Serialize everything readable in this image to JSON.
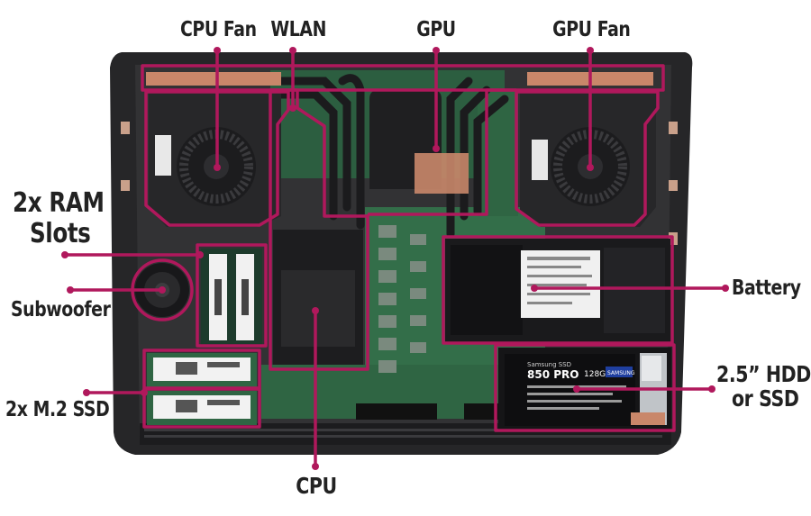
{
  "labels": {
    "cpu_fan": "CPU Fan",
    "wlan": "WLAN",
    "gpu": "GPU",
    "gpu_fan": "GPU Fan",
    "ram_slots_line1": "2x RAM",
    "ram_slots_line2": "Slots",
    "subwoofer": "Subwoofer",
    "m2_ssd": "2x M.2 SSD",
    "battery": "Battery",
    "hdd_line1": "2.5” HDD",
    "hdd_line2": "or SSD",
    "cpu": "CPU"
  },
  "device_text": {
    "ssd_brand": "Samsung SSD",
    "ssd_model": "850 PRO",
    "ssd_capacity": "128GB",
    "ssd_maker": "SAMSUNG"
  },
  "colors": {
    "highlight": "#b0185c",
    "chassis": "#2b2b2d",
    "pcb": "#2f6b45",
    "copper": "#c9876a",
    "label_text": "#222222"
  }
}
